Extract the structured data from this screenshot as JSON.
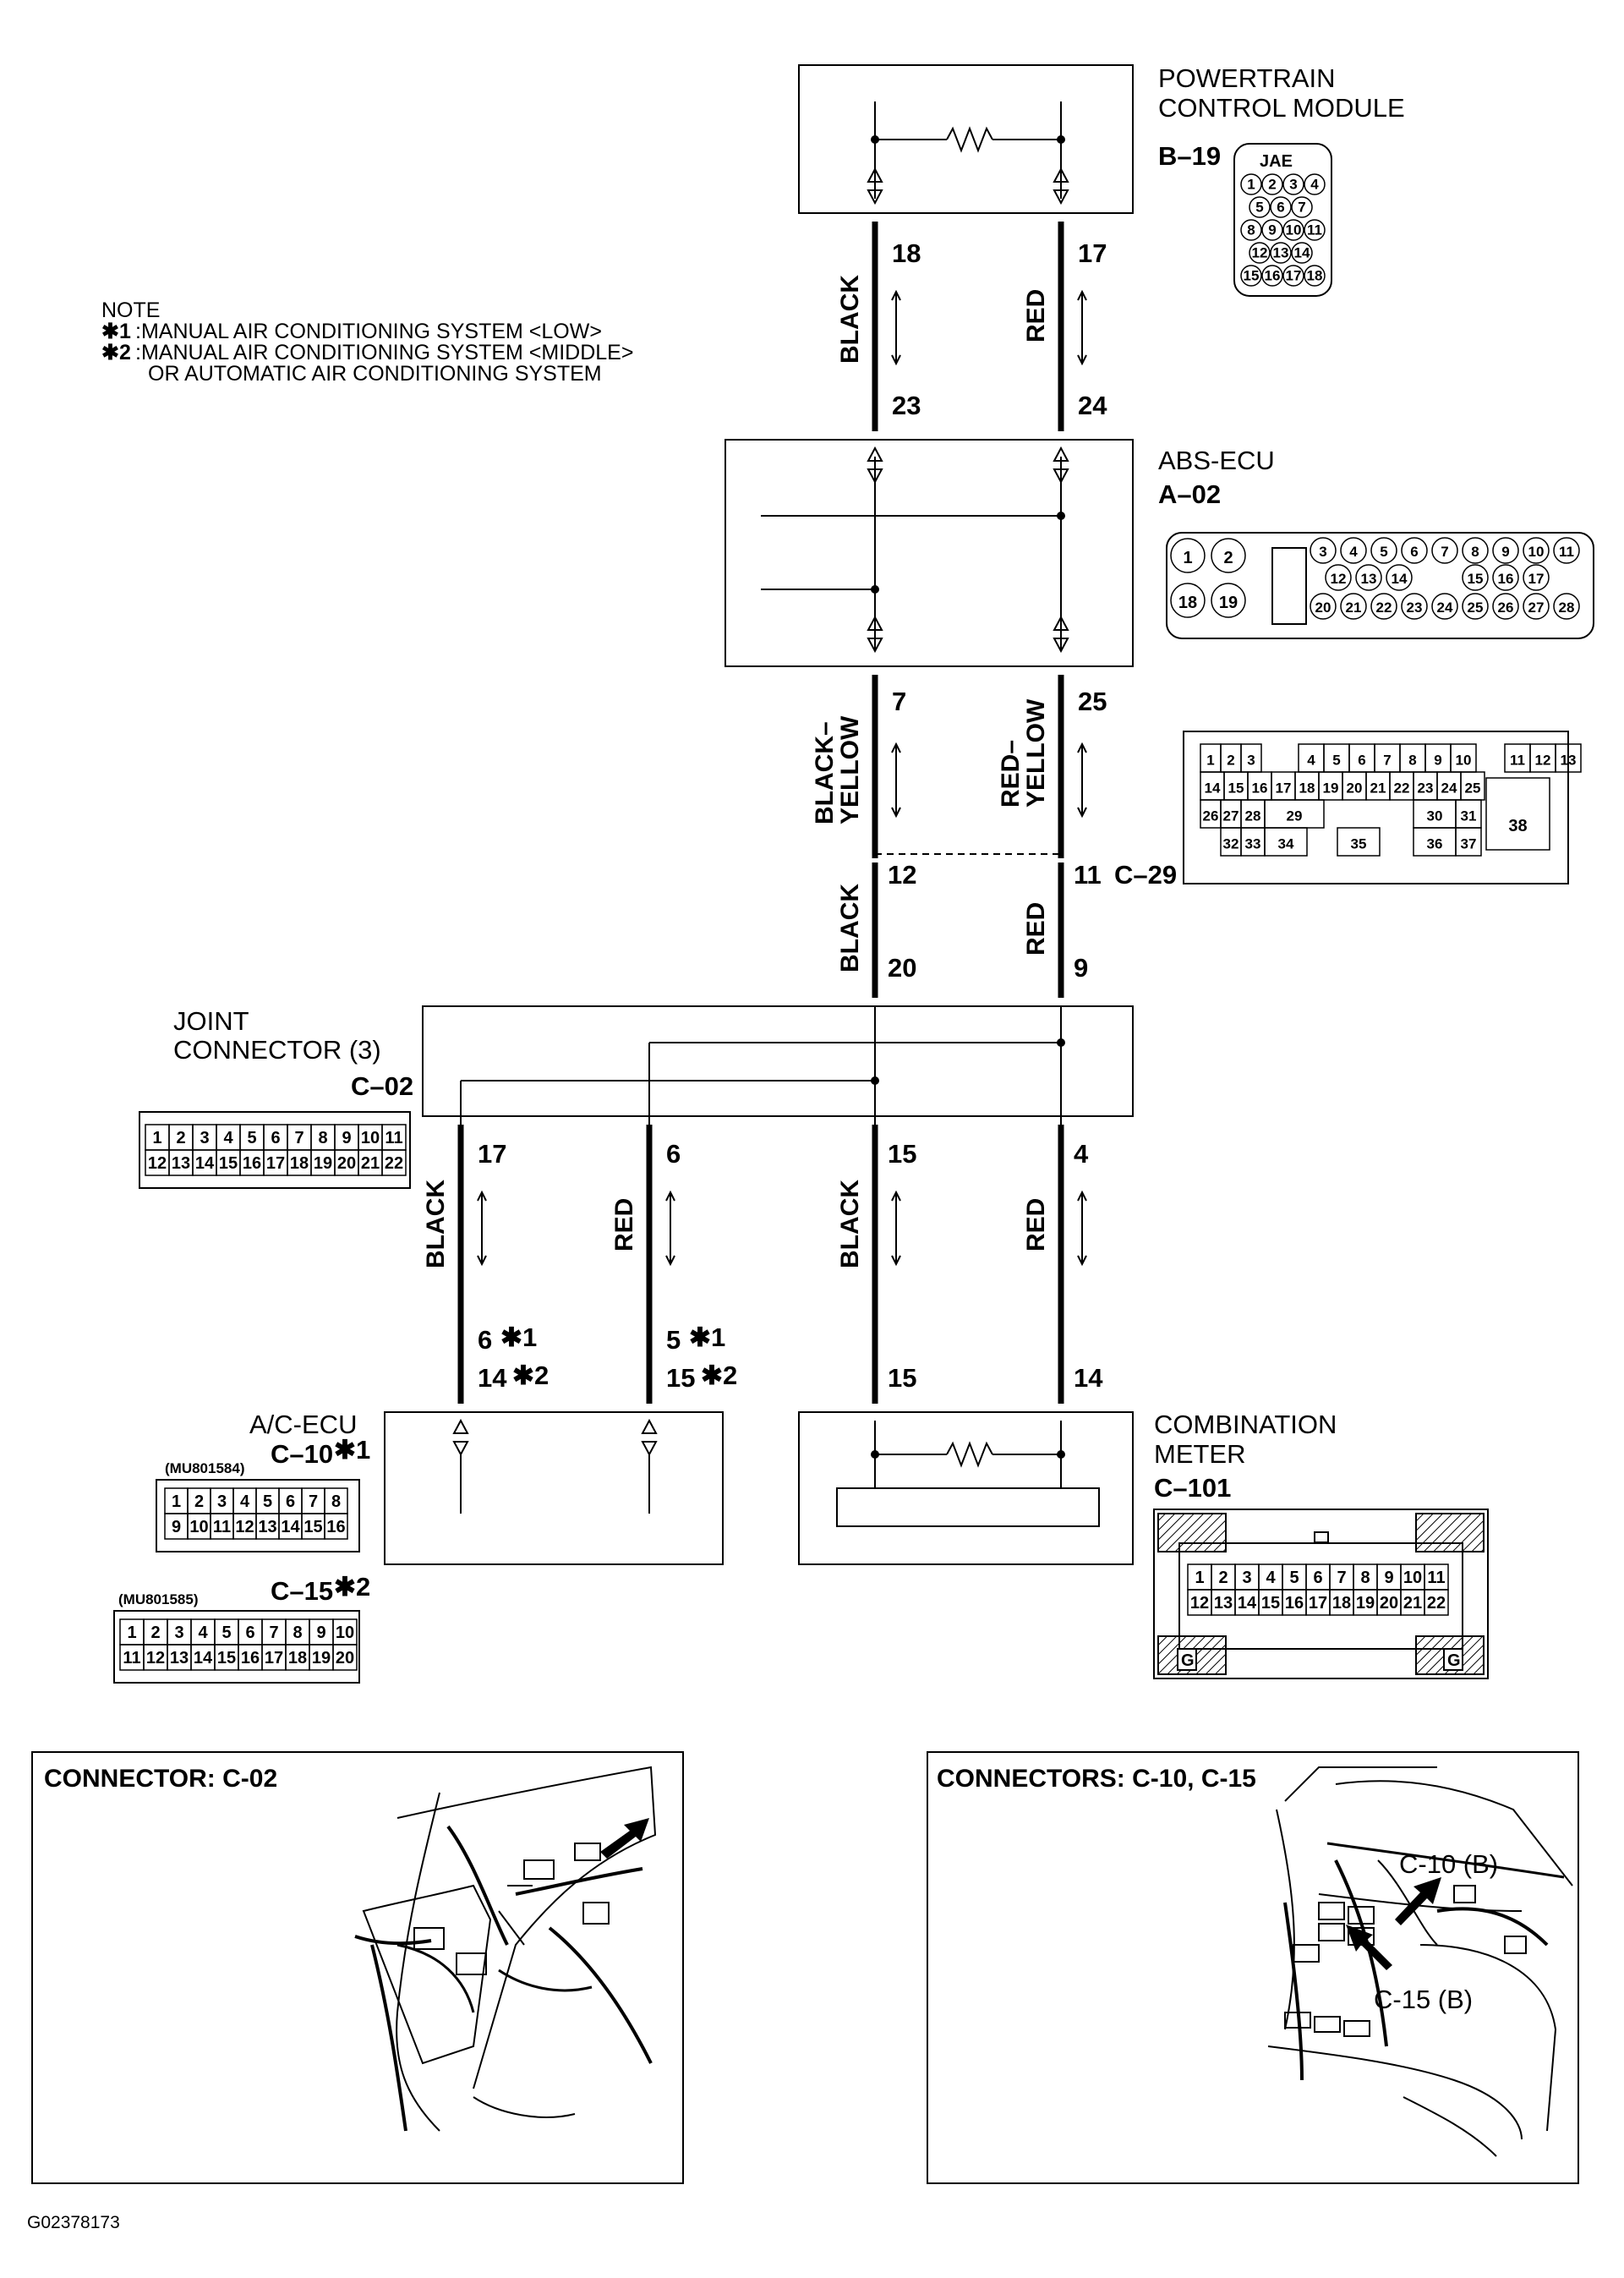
{
  "note": {
    "title": "NOTE",
    "items": [
      {
        "mark": "✱1",
        "text": ":MANUAL AIR CONDITIONING SYSTEM <LOW>"
      },
      {
        "mark": "✱2",
        "text": ":MANUAL AIR CONDITIONING SYSTEM <MIDDLE>"
      },
      {
        "mark": "",
        "text": "OR AUTOMATIC AIR CONDITIONING SYSTEM"
      }
    ]
  },
  "pcm": {
    "name_line1": "POWERTRAIN",
    "name_line2": "CONTROL MODULE",
    "connector": "B–19",
    "maker": "JAE",
    "pin_rows": [
      [
        "1",
        "2",
        "3",
        "4"
      ],
      [
        "5",
        "6",
        "7"
      ],
      [
        "8",
        "9",
        "10",
        "11"
      ],
      [
        "12",
        "13",
        "14"
      ],
      [
        "15",
        "16",
        "17",
        "18"
      ]
    ]
  },
  "abs": {
    "name": "ABS-ECU",
    "connector": "A–02",
    "pin_rows": [
      [
        "3",
        "4",
        "5",
        "6",
        "7",
        "8",
        "9",
        "10",
        "11"
      ],
      [
        "12",
        "13",
        "14",
        "15",
        "16",
        "17"
      ],
      [
        "20",
        "21",
        "22",
        "23",
        "24",
        "25",
        "26",
        "27",
        "28"
      ]
    ],
    "big_pins": [
      "1",
      "2",
      "18",
      "19"
    ]
  },
  "c29": {
    "connector": "C–29",
    "rows": [
      [
        "1",
        "2",
        "3",
        "4",
        "5",
        "6",
        "7",
        "8",
        "9",
        "10",
        "11",
        "12",
        "13"
      ],
      [
        "14",
        "15",
        "16",
        "17",
        "18",
        "19",
        "20",
        "21",
        "22",
        "23",
        "24",
        "25"
      ],
      [
        "26",
        "27",
        "28",
        "29",
        "30",
        "31"
      ],
      [
        "32",
        "33",
        "34",
        "35",
        "36",
        "37"
      ]
    ],
    "big": "38"
  },
  "joint": {
    "name_line1": "JOINT",
    "name_line2": "CONNECTOR (3)",
    "connector": "C–02",
    "rows": [
      [
        "1",
        "2",
        "3",
        "4",
        "5",
        "6",
        "7",
        "8",
        "9",
        "10",
        "11"
      ],
      [
        "12",
        "13",
        "14",
        "15",
        "16",
        "17",
        "18",
        "19",
        "20",
        "21",
        "22"
      ]
    ]
  },
  "acecu": {
    "name": "A/C-ECU",
    "connector1": "C–10",
    "mark1": "✱1",
    "part1": "(MU801584)",
    "rows1": [
      [
        "1",
        "2",
        "3",
        "4",
        "5",
        "6",
        "7",
        "8"
      ],
      [
        "9",
        "10",
        "11",
        "12",
        "13",
        "14",
        "15",
        "16"
      ]
    ],
    "connector2": "C–15",
    "mark2": "✱2",
    "part2": "(MU801585)",
    "rows2": [
      [
        "1",
        "2",
        "3",
        "4",
        "5",
        "6",
        "7",
        "8",
        "9",
        "10"
      ],
      [
        "11",
        "12",
        "13",
        "14",
        "15",
        "16",
        "17",
        "18",
        "19",
        "20"
      ]
    ]
  },
  "meter": {
    "name_line1": "COMBINATION",
    "name_line2": "METER",
    "connector": "C–101",
    "rows": [
      [
        "1",
        "2",
        "3",
        "4",
        "5",
        "6",
        "7",
        "8",
        "9",
        "10",
        "11"
      ],
      [
        "12",
        "13",
        "14",
        "15",
        "16",
        "17",
        "18",
        "19",
        "20",
        "21",
        "22"
      ]
    ],
    "ground": "G"
  },
  "wires": {
    "black1_color": "BLACK",
    "red1_color": "RED",
    "pin_18": "18",
    "pin_17": "17",
    "pin_23": "23",
    "pin_24": "24",
    "black2_color_line1": "BLACK–",
    "black2_color_line2": "YELLOW",
    "red2_color_line1": "RED–",
    "red2_color_line2": "YELLOW",
    "pin_7": "7",
    "pin_25": "25",
    "pin_12": "12",
    "pin_11": "11",
    "black3_color": "BLACK",
    "red3_color": "RED",
    "pin_20": "20",
    "pin_9": "9",
    "pin_j17": "17",
    "pin_j6": "6",
    "pin_j15": "15",
    "pin_j4": "4",
    "w_black_a": "BLACK",
    "w_red_a": "RED",
    "w_black_b": "BLACK",
    "w_red_b": "RED",
    "ac_pin_a1": "6",
    "ac_pin_a2": "14",
    "ac_pin_b1": "5",
    "ac_pin_b2": "15",
    "star1": "✱1",
    "star2": "✱2",
    "m_pin_15": "15",
    "m_pin_14": "14"
  },
  "location1": {
    "title": "CONNECTOR: C-02"
  },
  "location2": {
    "title": "CONNECTORS: C-10, C-15",
    "label_a": "C-10 (B)",
    "label_b": "C-15 (B)"
  },
  "figure_id": "G02378173"
}
